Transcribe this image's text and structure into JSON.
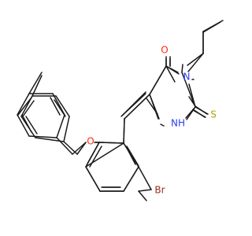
{
  "molecule": {
    "atoms": {
      "oxygen_carbonyl": "O",
      "nitrogen_n3": "N",
      "nh_group": "NH",
      "sulfur": "S",
      "oxygen_ether": "O",
      "bromine": "Br"
    },
    "colors": {
      "bond": "#1a1a1a",
      "oxygen": "#ff2a0a",
      "nitrogen": "#2a3cff",
      "sulfur": "#b3a300",
      "bromine": "#9b2b1b"
    }
  }
}
